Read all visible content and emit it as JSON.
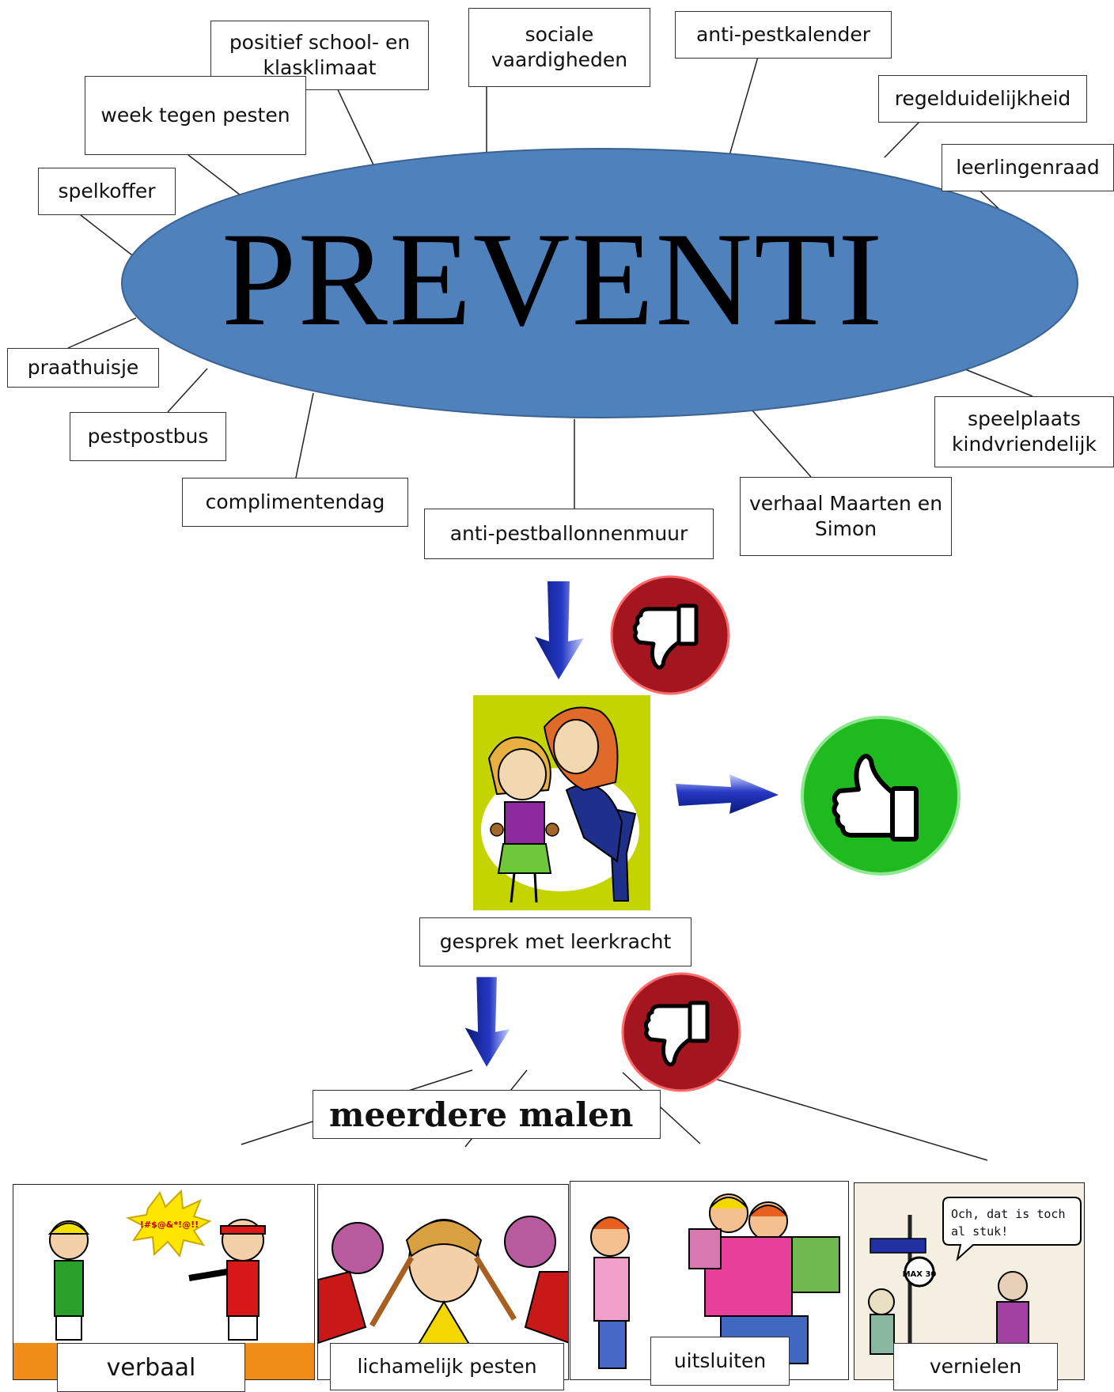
{
  "center": {
    "title": "PREVENTI"
  },
  "prevention_items": {
    "positief": "positief school- en klasklimaat",
    "sociale": "sociale vaardigheden",
    "kalender": "anti-pestkalender",
    "regel": "regelduidelijkheid",
    "raad": "leerlingenraad",
    "week": "week tegen pesten",
    "spelkoffer": "spelkoffer",
    "praathuisje": "praathuisje",
    "pestpostbus": "pestpostbus",
    "compliment": "complimentendag",
    "ballon": "anti-pestballonnenmuur",
    "verhaal": "verhaal Maarten en Simon",
    "speelplaats": "speelplaats kindvriendelijk"
  },
  "flow": {
    "gesprek": "gesprek met leerkracht",
    "meerdere": "meerdere malen"
  },
  "types": {
    "verbaal": "verbaal",
    "lichamelijk": "lichamelijk pesten",
    "uitsluiten": "uitsluiten",
    "vernielen": "vernielen"
  },
  "speech": {
    "curse": "!#$@&*!@!!",
    "vernielen_bubble": "Och, dat is toch al stuk!",
    "sign": "MAX 30"
  },
  "colors": {
    "ellipse": "#4f81bd",
    "ellipse_border": "#3b6391",
    "thumb_down_bg": "#a31620",
    "thumb_up_bg": "#1fba1f",
    "arrow": "#1f2fa3"
  },
  "icons": [
    "thumbs-down-icon",
    "thumbs-up-icon",
    "arrow-down-icon",
    "arrow-right-icon"
  ]
}
